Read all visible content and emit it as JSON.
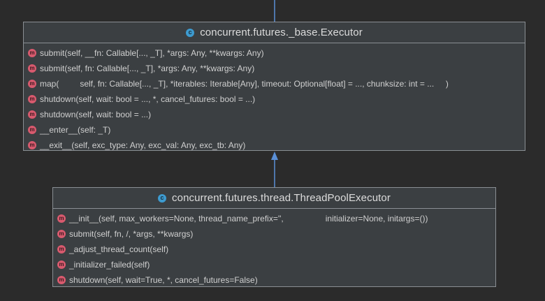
{
  "diagram": {
    "colors": {
      "background": "#2b2b2b",
      "box": "#3b3f42",
      "border": "#8a8f94",
      "connector": "#5a8fd6",
      "class_icon": "#3d9bd0",
      "method_icon": "#d85a6e"
    },
    "base_class": {
      "icon_letter": "c",
      "name": "concurrent.futures._base.Executor",
      "methods": [
        {
          "icon_letter": "m",
          "signature": "submit(self, __fn: Callable[..., _T], *args: Any, **kwargs: Any)"
        },
        {
          "icon_letter": "m",
          "signature": "submit(self, fn: Callable[..., _T], *args: Any, **kwargs: Any)"
        },
        {
          "icon_letter": "m",
          "signature": "map(         self, fn: Callable[..., _T], *iterables: Iterable[Any], timeout: Optional[float] = ..., chunksize: int = ...     )"
        },
        {
          "icon_letter": "m",
          "signature": "shutdown(self, wait: bool = ..., *, cancel_futures: bool = ...)"
        },
        {
          "icon_letter": "m",
          "signature": "shutdown(self, wait: bool = ...)"
        },
        {
          "icon_letter": "m",
          "signature": "__enter__(self: _T)"
        },
        {
          "icon_letter": "m",
          "signature": "__exit__(self, exc_type: Any, exc_val: Any, exc_tb: Any)"
        }
      ]
    },
    "child_class": {
      "icon_letter": "c",
      "name": "concurrent.futures.thread.ThreadPoolExecutor",
      "methods": [
        {
          "icon_letter": "m",
          "signature": "__init__(self, max_workers=None, thread_name_prefix='',                  initializer=None, initargs=())"
        },
        {
          "icon_letter": "m",
          "signature": "submit(self, fn, /, *args, **kwargs)"
        },
        {
          "icon_letter": "m",
          "signature": "_adjust_thread_count(self)"
        },
        {
          "icon_letter": "m",
          "signature": "_initializer_failed(self)"
        },
        {
          "icon_letter": "m",
          "signature": "shutdown(self, wait=True, *, cancel_futures=False)"
        }
      ]
    }
  }
}
